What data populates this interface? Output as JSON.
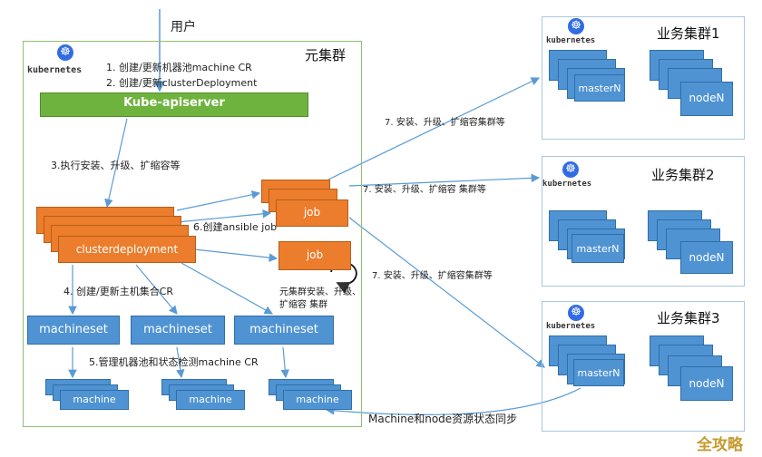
{
  "user_label": "用户",
  "meta_cluster": {
    "title": "元集群",
    "kubernetes_label": "kubernetes",
    "step1": "1. 创建/更新机器池machine CR",
    "step2": "2. 创建/更新clusterDeployment",
    "apiserver": "Kube-apiserver",
    "step3": "3.执行安装、升级、扩缩容等",
    "clusterdeployment": "clusterdeployment",
    "step6": "6.创建ansible job",
    "job1": "job",
    "job2": "job",
    "job_note_line1": "元集群安装、升级、",
    "job_note_line2": "扩缩容 集群",
    "step4": "4. 创建/更新主机集合CR",
    "machinesets": [
      "machineset",
      "machineset",
      "machineset"
    ],
    "step5": "5.管理机器池和状态检测machine CR",
    "machines": [
      "machine",
      "machine",
      "machine"
    ],
    "sync_label": "Machine和node资源状态同步"
  },
  "step7_labels": [
    "7. 安装、升级、扩缩容集群等",
    "7. 安装、升级、扩缩容 集群等",
    "7. 安装、升级、扩缩容集群等"
  ],
  "business_clusters": [
    {
      "title": "业务集群1",
      "kubernetes_label": "kubernetes",
      "master": "masterN",
      "node": "nodeN"
    },
    {
      "title": "业务集群2",
      "kubernetes_label": "kubernetes",
      "master": "masterN",
      "node": "nodeN"
    },
    {
      "title": "业务集群3",
      "kubernetes_label": "kubernetes",
      "master": "masterN",
      "node": "nodeN"
    }
  ],
  "watermark": "全攻略",
  "colors": {
    "green": "#6fb33f",
    "orange": "#ec7d2c",
    "blue": "#4f93d3",
    "arrow": "#5a9bd5"
  }
}
